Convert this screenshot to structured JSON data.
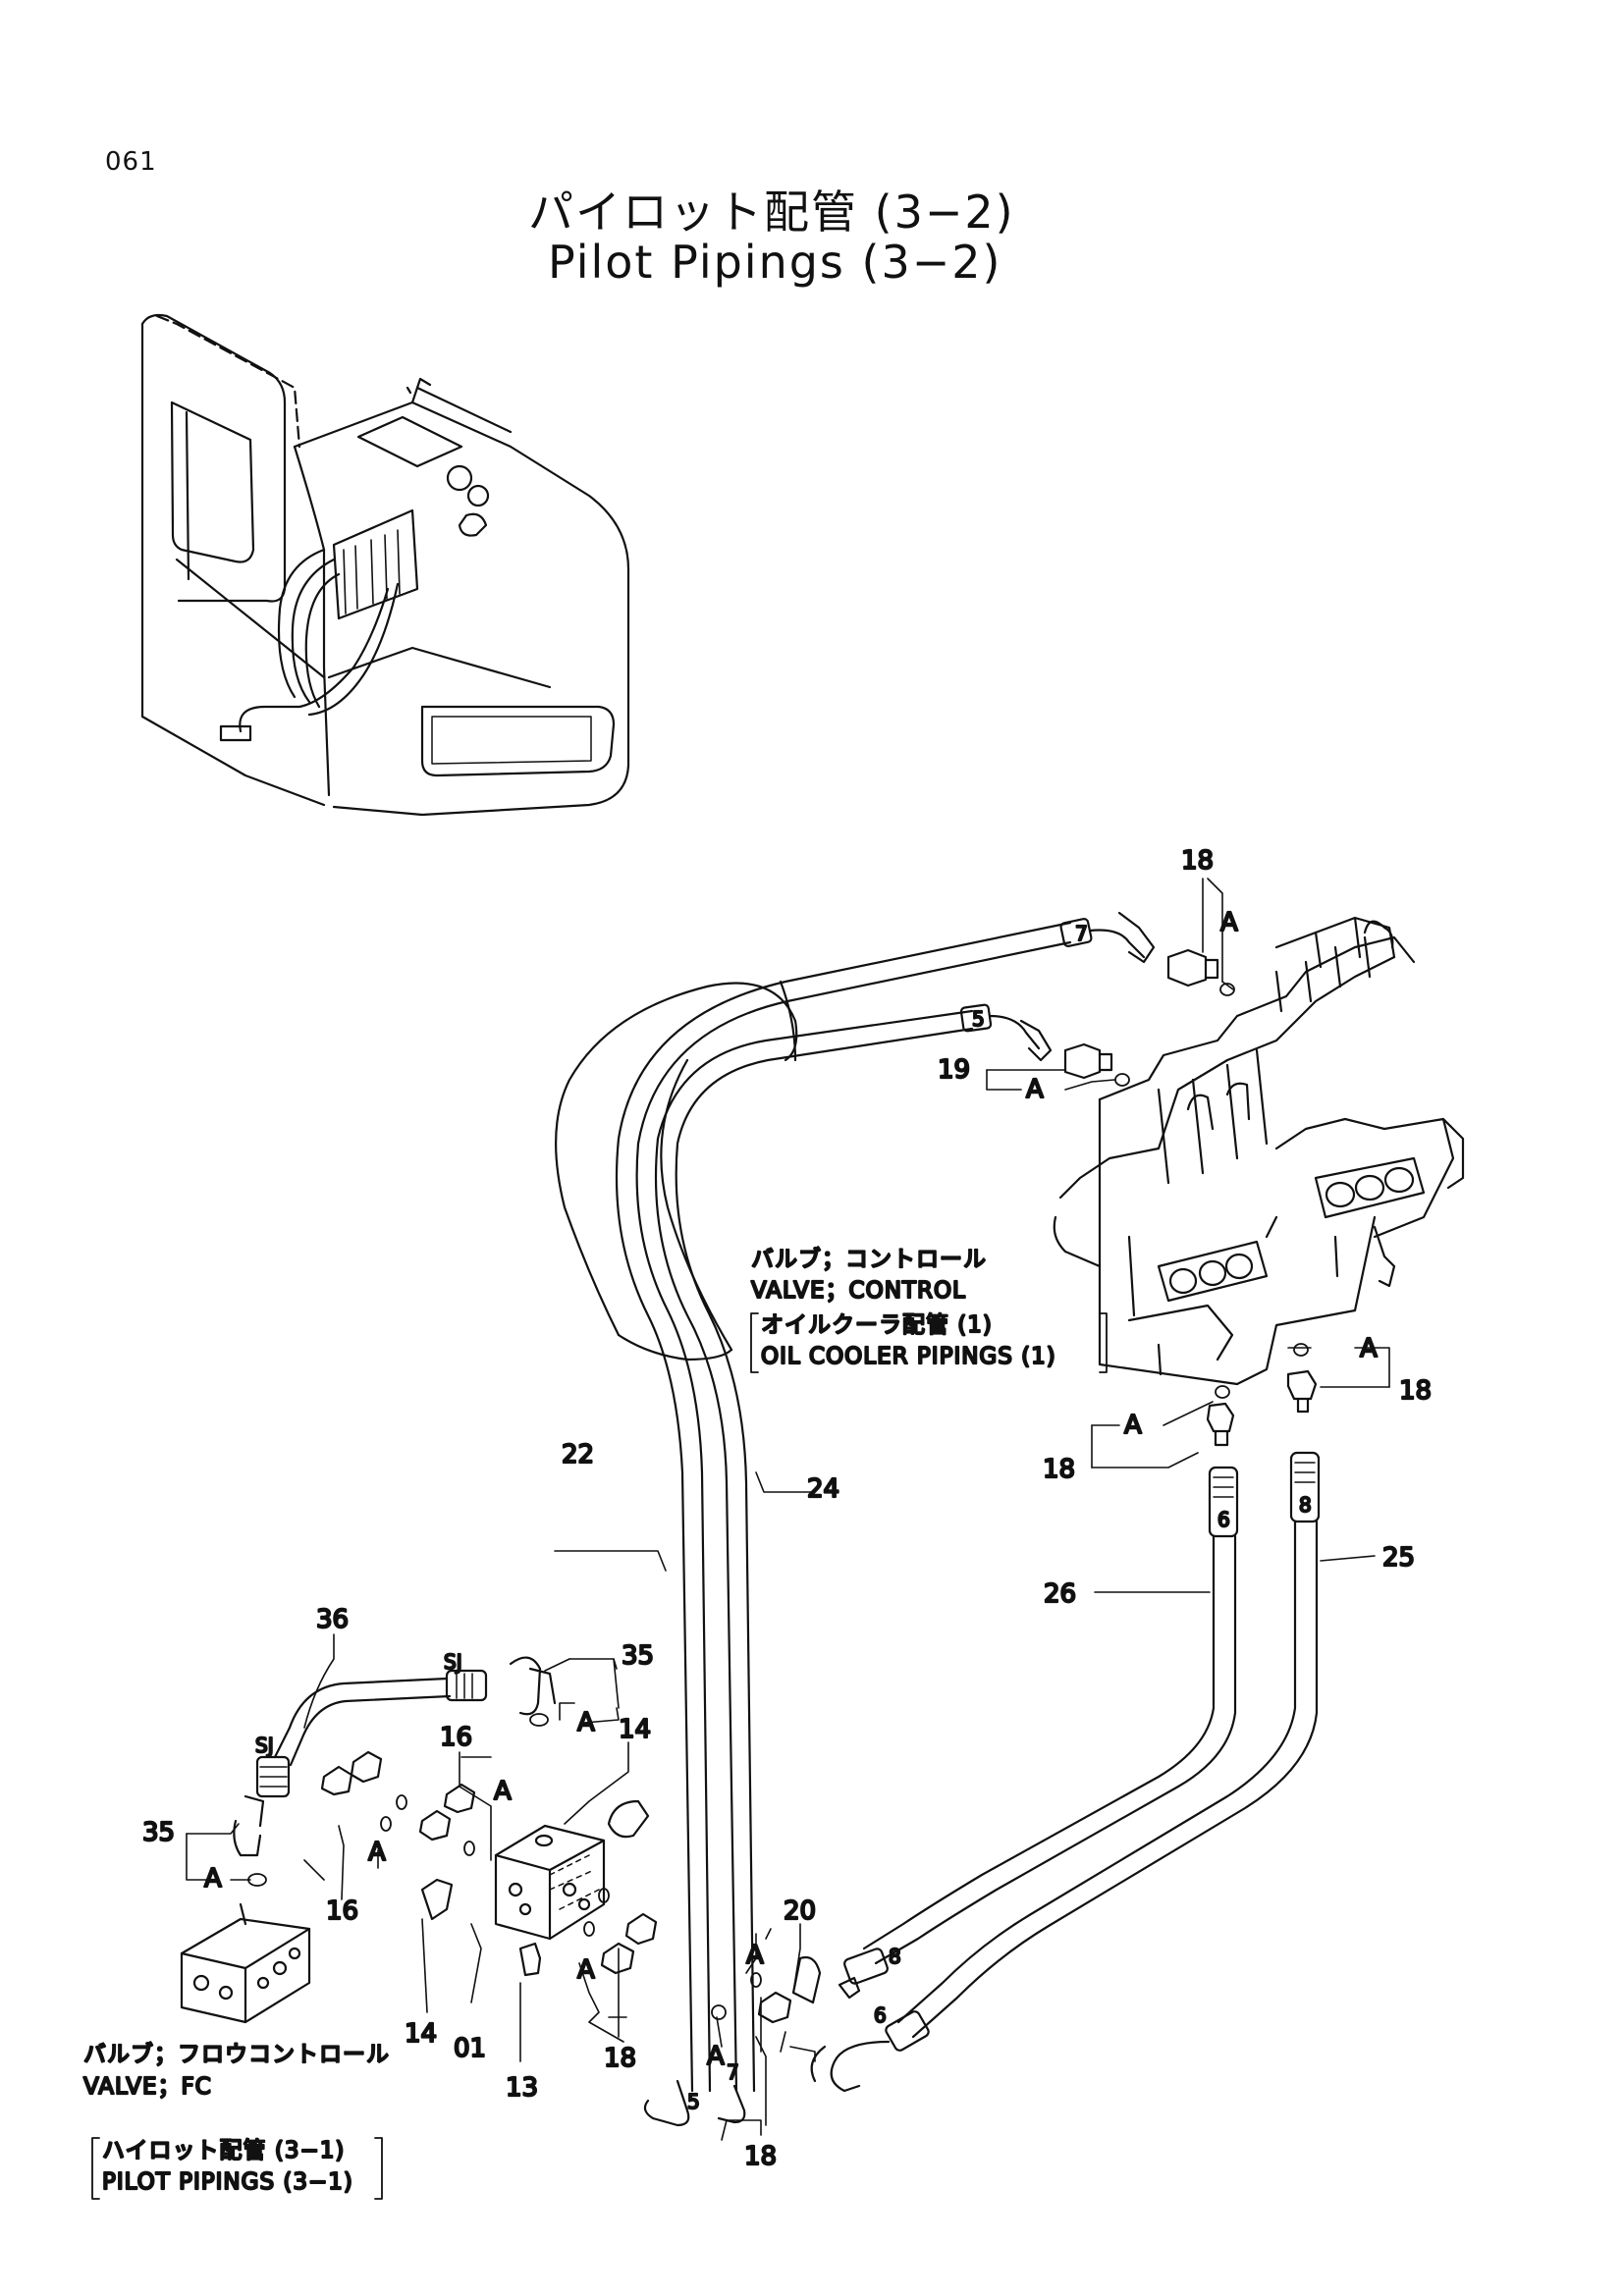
{
  "header": {
    "page_number": "061",
    "title_jp": "パイロット配管 (3−2)",
    "title_en": "Pilot Pipings (3−2)"
  },
  "notes": {
    "control_valve_jp": "バルブ；コントロール",
    "control_valve_en": "VALVE；CONTROL",
    "control_ref_jp": "オイルクーラ配管 (1)",
    "control_ref_en": "OIL COOLER PIPINGS (1)",
    "fc_valve_jp": "バルブ；フロウコントロール",
    "fc_valve_en": "VALVE；FC",
    "fc_ref_jp": "ハイロット配管 (3−1)",
    "fc_ref_en": "PILOT PIPINGS (3−1)"
  },
  "callouts": {
    "p18a": "18",
    "p19": "19",
    "p18b": "18",
    "p18c": "18",
    "p22": "22",
    "p24": "24",
    "p25": "25",
    "p26": "26",
    "p36": "36",
    "p35a": "35",
    "p35b": "35",
    "p16a": "16",
    "p16b": "16",
    "p14a": "14",
    "p14b": "14",
    "p01": "01",
    "p13": "13",
    "p18d": "18",
    "p18e": "18",
    "p20": "20"
  },
  "o_ring_label": "A",
  "hose_marks": {
    "m7a": "7",
    "m5a": "5",
    "m6a": "6",
    "m8a": "8",
    "m5b": "5",
    "m7b": "7",
    "m8b": "8",
    "m6b": "6",
    "sj1": "SJ",
    "sj2": "SJ"
  }
}
